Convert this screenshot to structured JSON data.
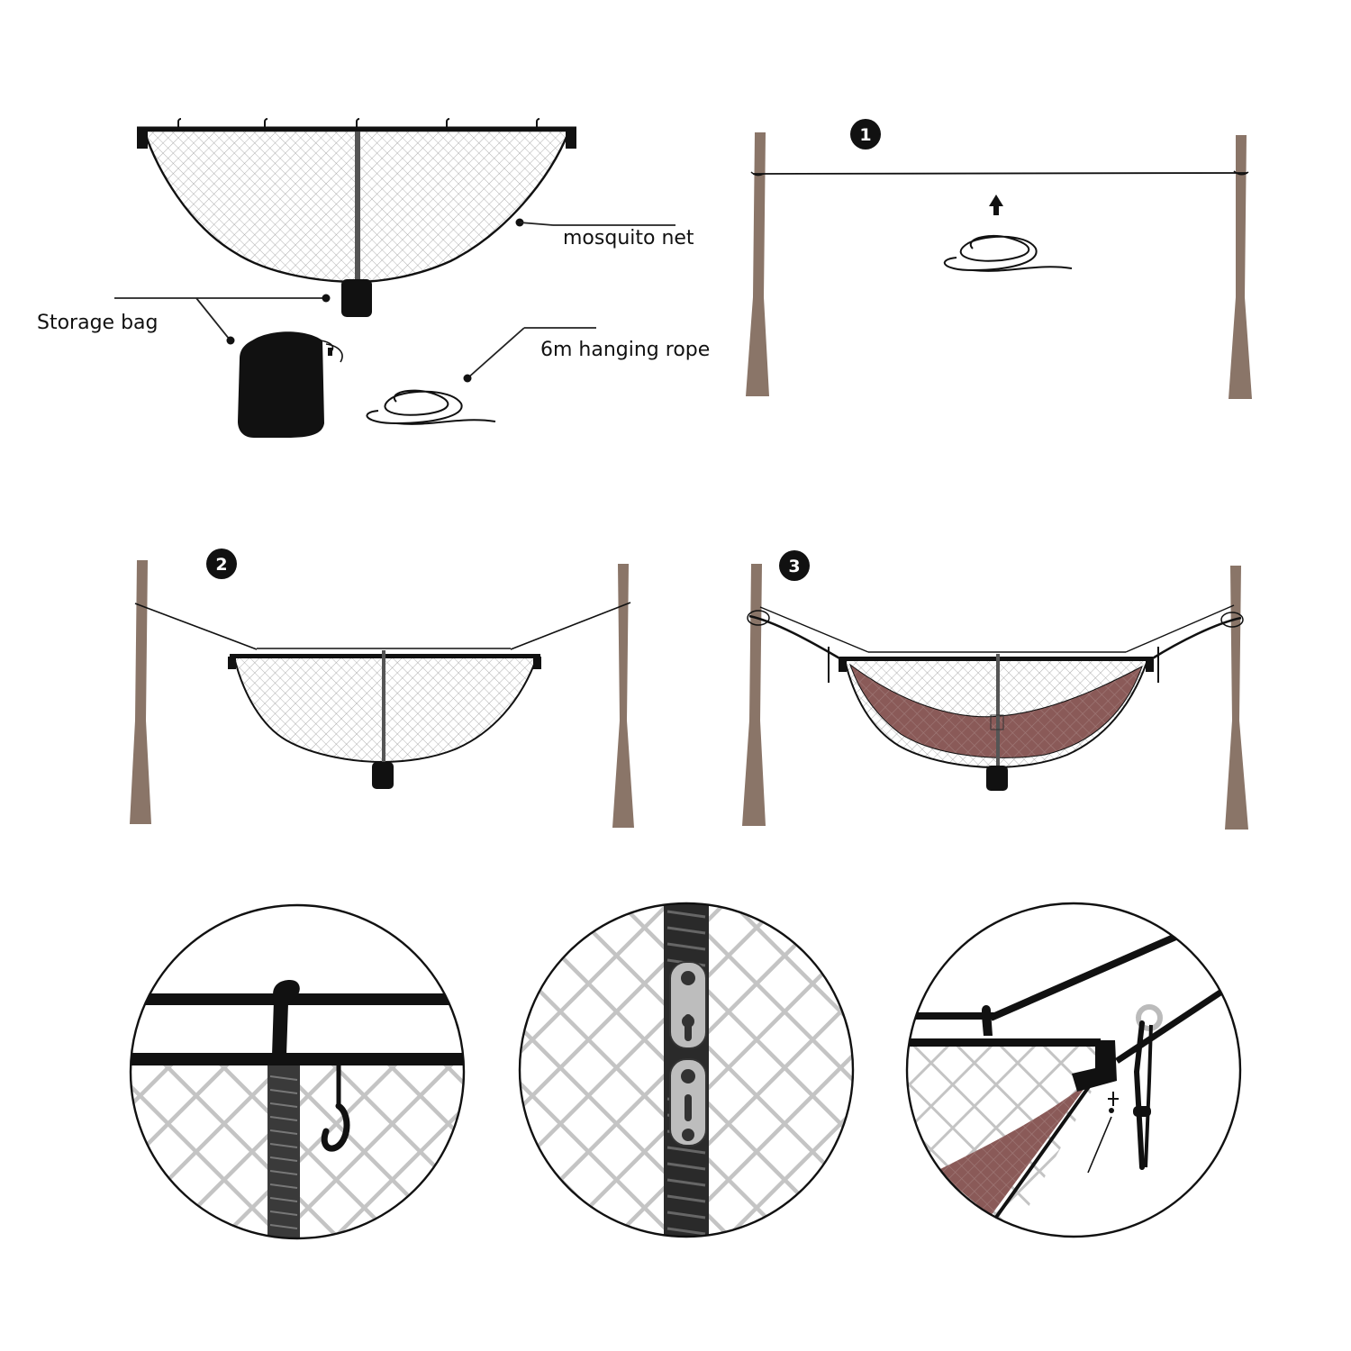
{
  "labels": {
    "mosquito_net": "mosquito net",
    "storage_bag": "Storage bag",
    "hanging_rope": "6m hanging rope"
  },
  "steps": [
    {
      "number": "1"
    },
    {
      "number": "2"
    },
    {
      "number": "3"
    }
  ],
  "colors": {
    "tree": "#8a7568",
    "hammock": "#8a5a58",
    "mesh": "#c8c8c8",
    "black": "#111111"
  },
  "icons": {
    "arrow": "arrow-up-icon",
    "rope": "coiled-rope-icon",
    "bag": "storage-bag-icon",
    "hook": "hook-icon",
    "zipper": "zipper-icon"
  }
}
